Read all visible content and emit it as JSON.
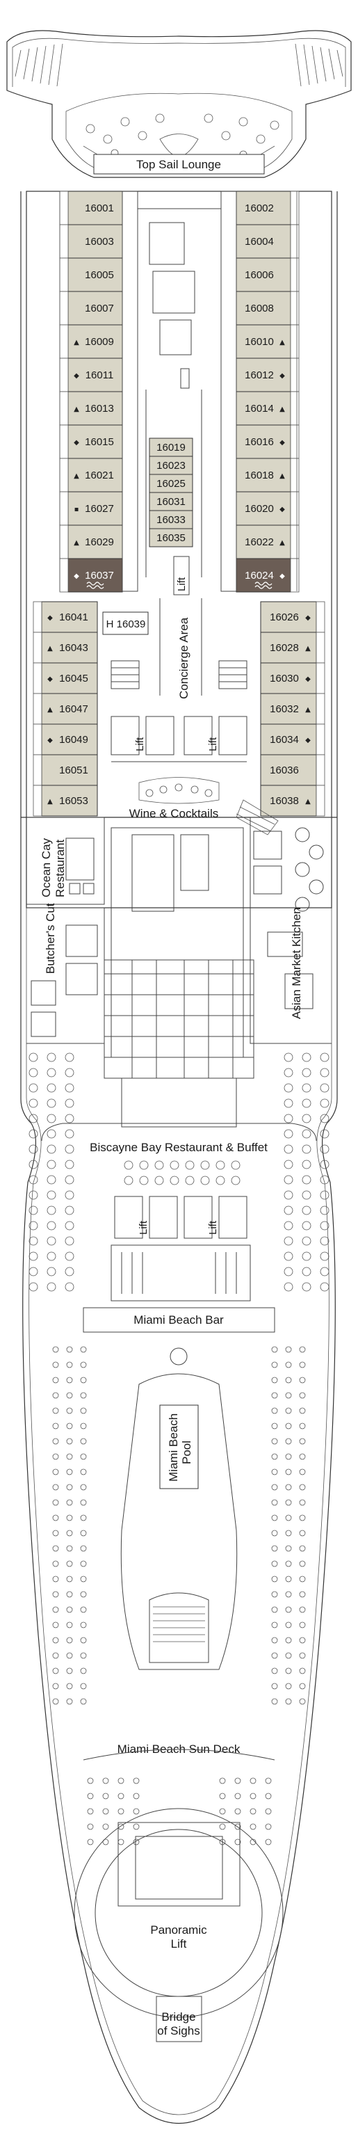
{
  "venues": {
    "top_sail_lounge": "Top Sail Lounge",
    "concierge_area": "Concierge Area",
    "wine_cocktails": "Wine & Cocktails",
    "ocean_cay": "Ocean Cay",
    "restaurant": "Restaurant",
    "butchers_cut": "Butcher's Cut",
    "asian_market": "Asian Market Kitchen",
    "biscayne_bay": "Biscayne Bay Restaurant & Buffet",
    "miami_beach_bar": "Miami Beach Bar",
    "miami_beach": "Miami Beach",
    "pool": "Pool",
    "sun_deck": "Miami Beach Sun Deck",
    "panoramic": "Panoramic",
    "bridge_of": "Bridge",
    "of_sighs": "of Sighs"
  },
  "lift_label": "Lift",
  "cabins": {
    "left_upper": [
      {
        "num": "16001",
        "mark": ""
      },
      {
        "num": "16003",
        "mark": ""
      },
      {
        "num": "16005",
        "mark": ""
      },
      {
        "num": "16007",
        "mark": ""
      },
      {
        "num": "16009",
        "mark": "▲"
      },
      {
        "num": "16011",
        "mark": "◆"
      },
      {
        "num": "16013",
        "mark": "▲"
      },
      {
        "num": "16015",
        "mark": "◆"
      },
      {
        "num": "16021",
        "mark": "▲"
      },
      {
        "num": "16027",
        "mark": "▪"
      },
      {
        "num": "16029",
        "mark": "▲"
      },
      {
        "num": "16037",
        "mark": "◆",
        "dark": true
      }
    ],
    "right_upper": [
      {
        "num": "16002",
        "mark": ""
      },
      {
        "num": "16004",
        "mark": ""
      },
      {
        "num": "16006",
        "mark": ""
      },
      {
        "num": "16008",
        "mark": ""
      },
      {
        "num": "16010",
        "mark": "▲"
      },
      {
        "num": "16012",
        "mark": "◆"
      },
      {
        "num": "16014",
        "mark": "▲"
      },
      {
        "num": "16016",
        "mark": "◆"
      },
      {
        "num": "16018",
        "mark": "▲"
      },
      {
        "num": "16020",
        "mark": "◆"
      },
      {
        "num": "16022",
        "mark": "▲"
      },
      {
        "num": "16024",
        "mark": "◆",
        "dark": true
      }
    ],
    "center": [
      "16019",
      "16023",
      "16025",
      "16031",
      "16033",
      "16035"
    ],
    "h_cabin": "H 16039",
    "left_lower": [
      {
        "num": "16041",
        "mark": "◆"
      },
      {
        "num": "16043",
        "mark": "▲"
      },
      {
        "num": "16045",
        "mark": "◆"
      },
      {
        "num": "16047",
        "mark": "▲"
      },
      {
        "num": "16049",
        "mark": "◆"
      },
      {
        "num": "16051",
        "mark": ""
      },
      {
        "num": "16053",
        "mark": "▲"
      }
    ],
    "right_lower": [
      {
        "num": "16026",
        "mark": "◆"
      },
      {
        "num": "16028",
        "mark": "▲"
      },
      {
        "num": "16030",
        "mark": "◆"
      },
      {
        "num": "16032",
        "mark": "▲"
      },
      {
        "num": "16034",
        "mark": "◆"
      },
      {
        "num": "16036",
        "mark": ""
      },
      {
        "num": "16038",
        "mark": "▲"
      }
    ]
  },
  "colors": {
    "cabin_fill": "#d9d6c7",
    "cabin_dark": "#6b5d55",
    "outline": "#333333"
  }
}
